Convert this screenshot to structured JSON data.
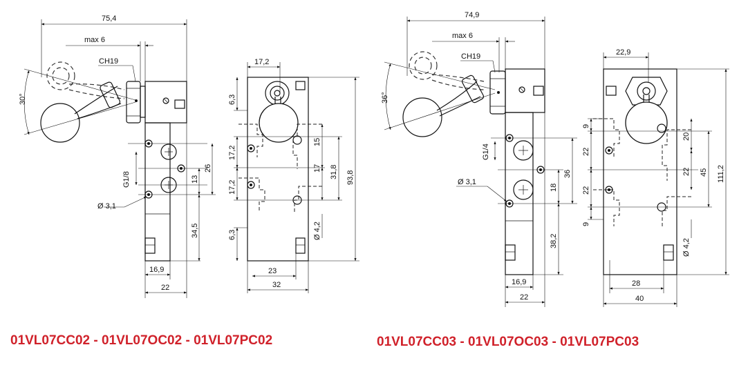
{
  "colors": {
    "caption": "#d0212a",
    "line": "#111111",
    "background": "#ffffff"
  },
  "left": {
    "caption": "01VL07CC02 - 01VL07OC02 - 01VL07PC02",
    "overall_width": "75,4",
    "max_label": "max 6",
    "hex_label": "CH19",
    "angle": "30°",
    "thread": "G1/8",
    "hole_dia": "Ø 3,1",
    "hole_dia_side": "Ø 4,2",
    "top_width": "17,2",
    "d_26": "26",
    "d_13": "13",
    "d_34_5": "34,5",
    "d_16_9": "16,9",
    "d_22": "22",
    "d_6_3_top": "6,3",
    "d_17_2_a": "17,2",
    "d_17_2_b": "17,2",
    "d_6_3_bot": "6,3",
    "d_15": "15",
    "d_17": "17",
    "d_31_8": "31,8",
    "d_93_8": "93,8",
    "d_23": "23",
    "d_32": "32"
  },
  "right": {
    "caption": "01VL07CC03 - 01VL07OC03 - 01VL07PC03",
    "overall_width": "74,9",
    "max_label": "max 6",
    "hex_label": "CH19",
    "angle": "36°",
    "thread": "G1/4",
    "hole_dia": "Ø 3,1",
    "hole_dia_side": "Ø 4,2",
    "top_width": "22,9",
    "d_36": "36",
    "d_18": "18",
    "d_38_2": "38,2",
    "d_16_9": "16,9",
    "d_22": "22",
    "d_9_top": "9",
    "d_22_a": "22",
    "d_22_b": "22",
    "d_9_bot": "9",
    "d_20": "20",
    "d_22_c": "22",
    "d_45": "45",
    "d_111_2": "111,2",
    "d_28": "28",
    "d_40": "40"
  }
}
